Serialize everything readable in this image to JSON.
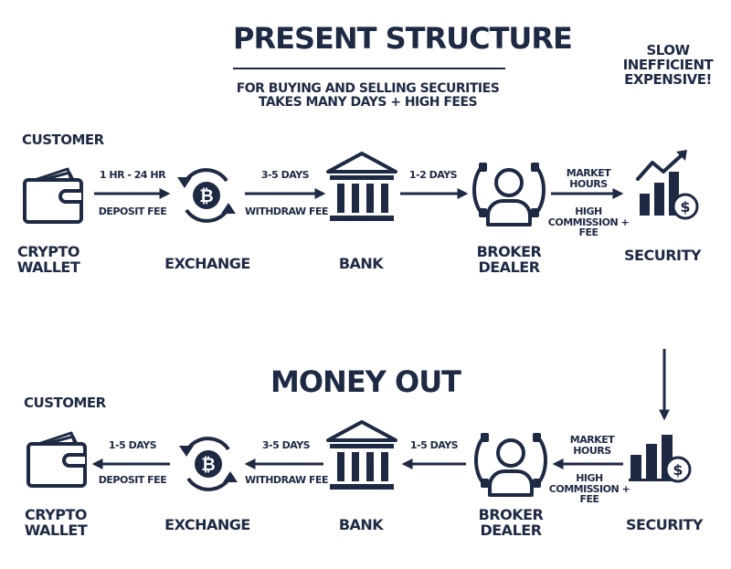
{
  "header": {
    "title": "PRESENT STRUCTURE",
    "subtitle_line1": "FOR BUYING AND SELLING  SECURITIES",
    "subtitle_line2": "TAKES MANY DAYS + HIGH FEES",
    "side_note": [
      "SLOW",
      "INEFFICIENT",
      "EXPENSIVE!"
    ]
  },
  "money_in": {
    "customer_tag": "CUSTOMER",
    "nodes": {
      "wallet": [
        "CRYPTO",
        "WALLET"
      ],
      "exchange": "EXCHANGE",
      "bank": "BANK",
      "broker": [
        "BROKER",
        "DEALER"
      ],
      "security": "SECURITY"
    },
    "edges": {
      "wallet_exchange": {
        "top": "1 HR - 24 HR",
        "bottom": "DEPOSIT FEE"
      },
      "exchange_bank": {
        "top": "3-5 DAYS",
        "bottom": "WITHDRAW FEE"
      },
      "bank_broker": {
        "top": "1-2 DAYS"
      },
      "broker_security": {
        "top": [
          "MARKET",
          "HOURS"
        ],
        "bottom": [
          "HIGH",
          "COMMISSION +",
          "FEE"
        ]
      }
    }
  },
  "money_out": {
    "title": "MONEY OUT",
    "customer_tag": "CUSTOMER",
    "nodes": {
      "wallet": [
        "CRYPTO",
        "WALLET"
      ],
      "exchange": "EXCHANGE",
      "bank": "BANK",
      "broker": [
        "BROKER",
        "DEALER"
      ],
      "security": "SECURITY"
    },
    "edges": {
      "exchange_wallet": {
        "top": "1-5 DAYS",
        "bottom": "DEPOSIT FEE"
      },
      "bank_exchange": {
        "top": "3-5 DAYS",
        "bottom": "WITHDRAW FEE"
      },
      "broker_bank": {
        "top": "1-5 DAYS"
      },
      "security_broker": {
        "top": [
          "MARKET",
          "HOURS"
        ],
        "bottom": [
          "HIGH",
          "COMMISSION +",
          "FEE"
        ]
      }
    }
  },
  "colors": {
    "ink": "#1e2a44",
    "background": "#ffffff"
  },
  "icons": [
    "wallet-icon",
    "bitcoin-exchange-icon",
    "bank-icon",
    "broker-phone-icon",
    "security-chart-icon",
    "arrow-icon"
  ]
}
